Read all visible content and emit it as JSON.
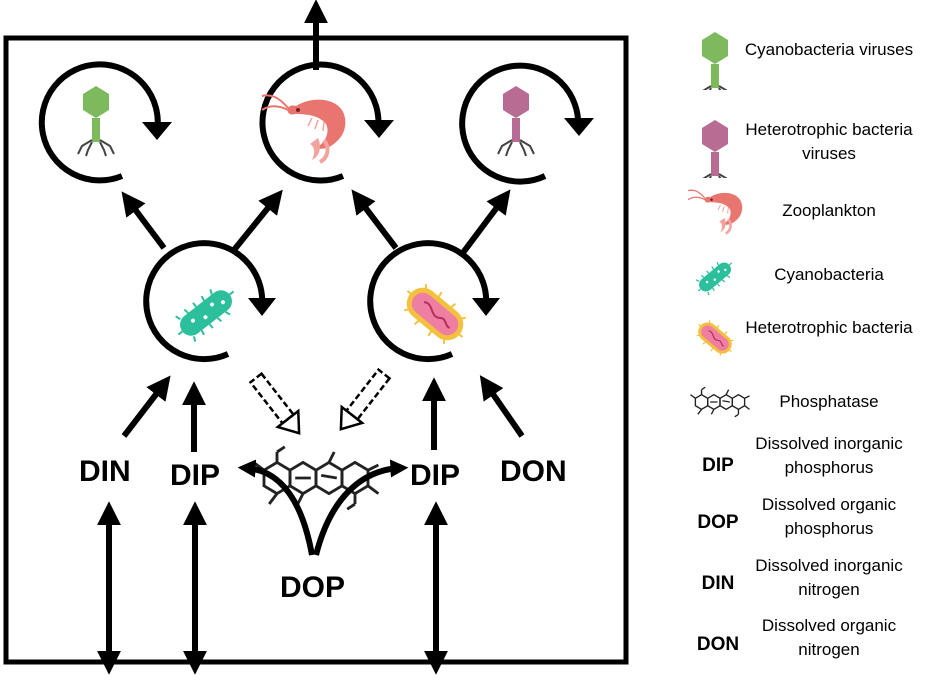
{
  "diagram": {
    "labels": {
      "din": "DIN",
      "dip_left": "DIP",
      "dip_right": "DIP",
      "don": "DON",
      "dop": "DOP"
    }
  },
  "legend": {
    "items": [
      {
        "icon": "cyanobacteria-virus-icon",
        "text": "Cyanobacteria viruses"
      },
      {
        "icon": "heterotrophic-virus-icon",
        "text": "Heterotrophic bacteria viruses"
      },
      {
        "icon": "zooplankton-icon",
        "text": "Zooplankton"
      },
      {
        "icon": "cyanobacteria-icon",
        "text": "Cyanobacteria"
      },
      {
        "icon": "heterotrophic-bacteria-icon",
        "text": "Heterotrophic bacteria"
      },
      {
        "icon": "phosphatase-icon",
        "text": "Phosphatase"
      },
      {
        "abbr": "DIP",
        "text": "Dissolved inorganic phosphorus"
      },
      {
        "abbr": "DOP",
        "text": "Dissolved organic phosphorus"
      },
      {
        "abbr": "DIN",
        "text": "Dissolved inorganic nitrogen"
      },
      {
        "abbr": "DON",
        "text": "Dissolved organic nitrogen"
      }
    ]
  },
  "colors": {
    "cyano_virus": "#7dba5e",
    "hetero_virus": "#b86b93",
    "zooplankton": "#e8766f",
    "cyanobacteria": "#2bbf9b",
    "hetero_bacteria_fill": "#ee7fa3",
    "hetero_bacteria_border": "#f3c13d"
  }
}
